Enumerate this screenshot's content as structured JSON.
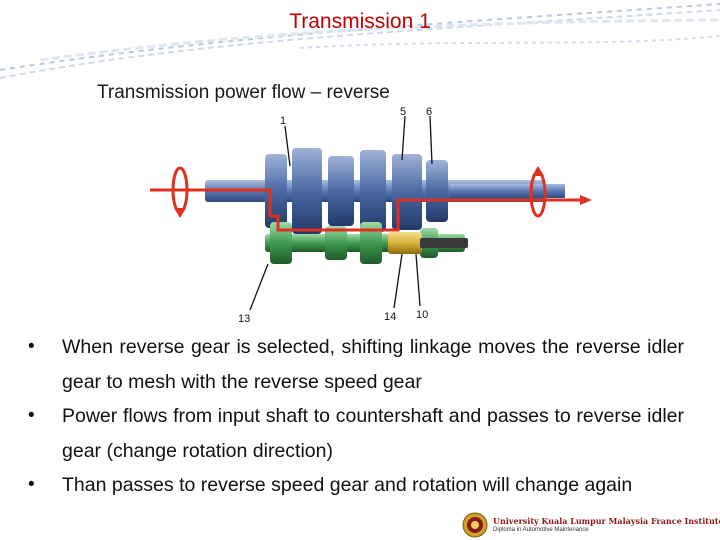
{
  "slide": {
    "title": "Transmission 1",
    "subtitle": "Transmission power flow – reverse"
  },
  "diagram": {
    "callouts": [
      "1",
      "5",
      "6",
      "13",
      "14",
      "10"
    ]
  },
  "bullets": [
    "When reverse gear is selected, shifting linkage moves the reverse idler gear to mesh with the reverse speed gear",
    "Power flows from input shaft to countershaft and passes to reverse idler gear (change rotation direction)",
    "Than passes to reverse speed gear and rotation will change again"
  ],
  "footer": {
    "institution": "University Kuala Lumpur Malaysia France Institute",
    "program": "Diploma in Automotive Maintenance"
  },
  "colors": {
    "title": "#c00000",
    "power_flow": "#e03020",
    "shaft": "#5a78b0",
    "countershaft": "#3f9a4f",
    "idler": "#d8b43a"
  }
}
